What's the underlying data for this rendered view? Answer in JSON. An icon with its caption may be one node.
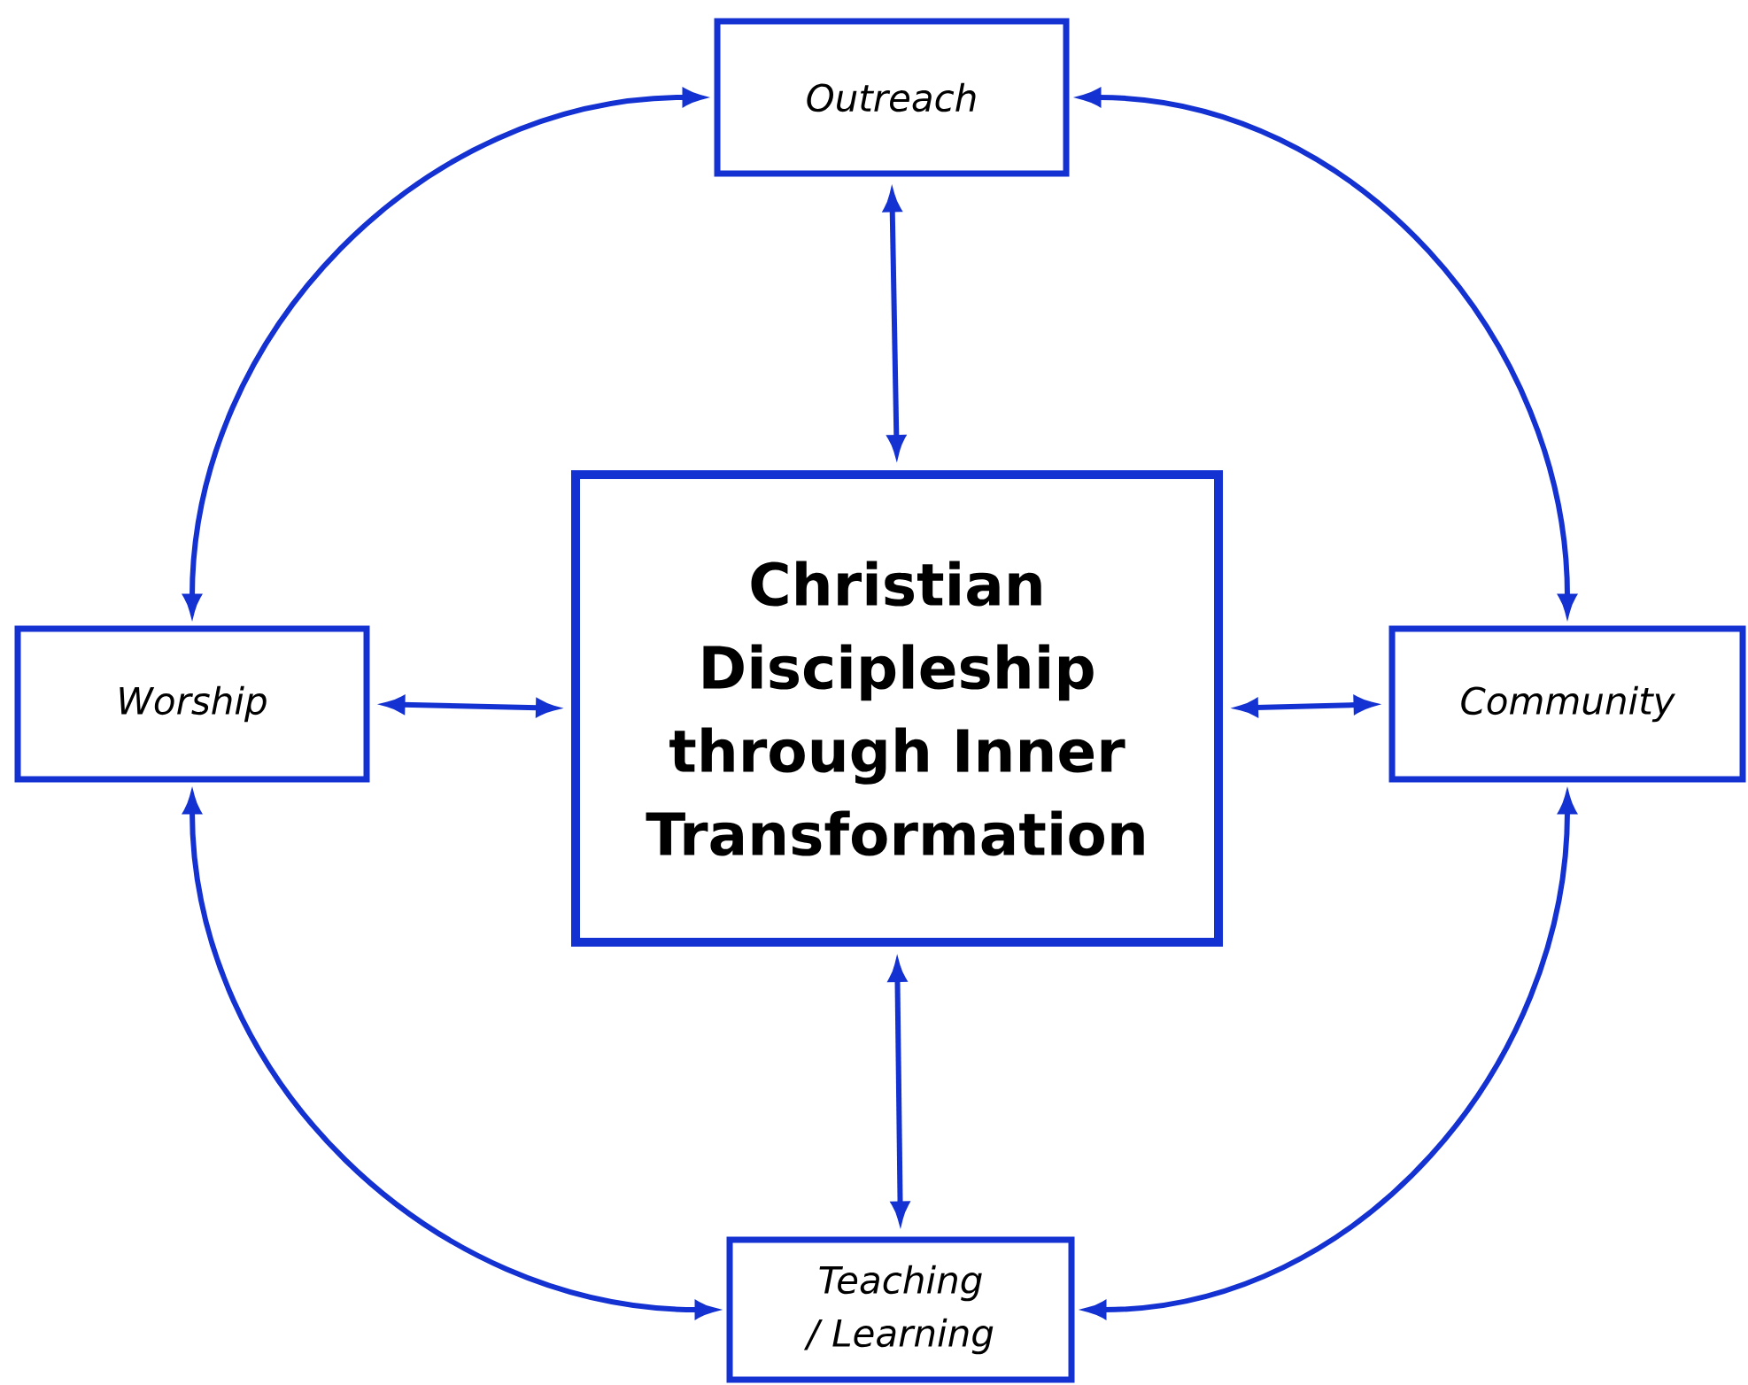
{
  "diagram": {
    "nodes": [
      {
        "text": [
          "Outreach"
        ]
      },
      {
        "text": [
          "Christian Discipleship through Inner Transformation"
        ]
      },
      {
        "text": [
          "Worship"
        ]
      },
      {
        "text": [
          "Community"
        ]
      },
      {
        "text": [
          "Teaching / Learning"
        ]
      }
    ],
    "edges": [
      {
        "from": 0,
        "to": 1,
        "arrow": "both"
      },
      {
        "from": 2,
        "to": 1,
        "arrow": "both"
      },
      {
        "from": 1,
        "to": 3,
        "arrow": "both"
      },
      {
        "from": 1,
        "to": 4,
        "arrow": "both"
      },
      {
        "from": 0,
        "to": 2,
        "arrow": "both"
      },
      {
        "from": 0,
        "to": 3,
        "arrow": "both"
      },
      {
        "from": 2,
        "to": 4,
        "arrow": "both"
      },
      {
        "from": 3,
        "to": 4,
        "arrow": "both"
      }
    ]
  }
}
